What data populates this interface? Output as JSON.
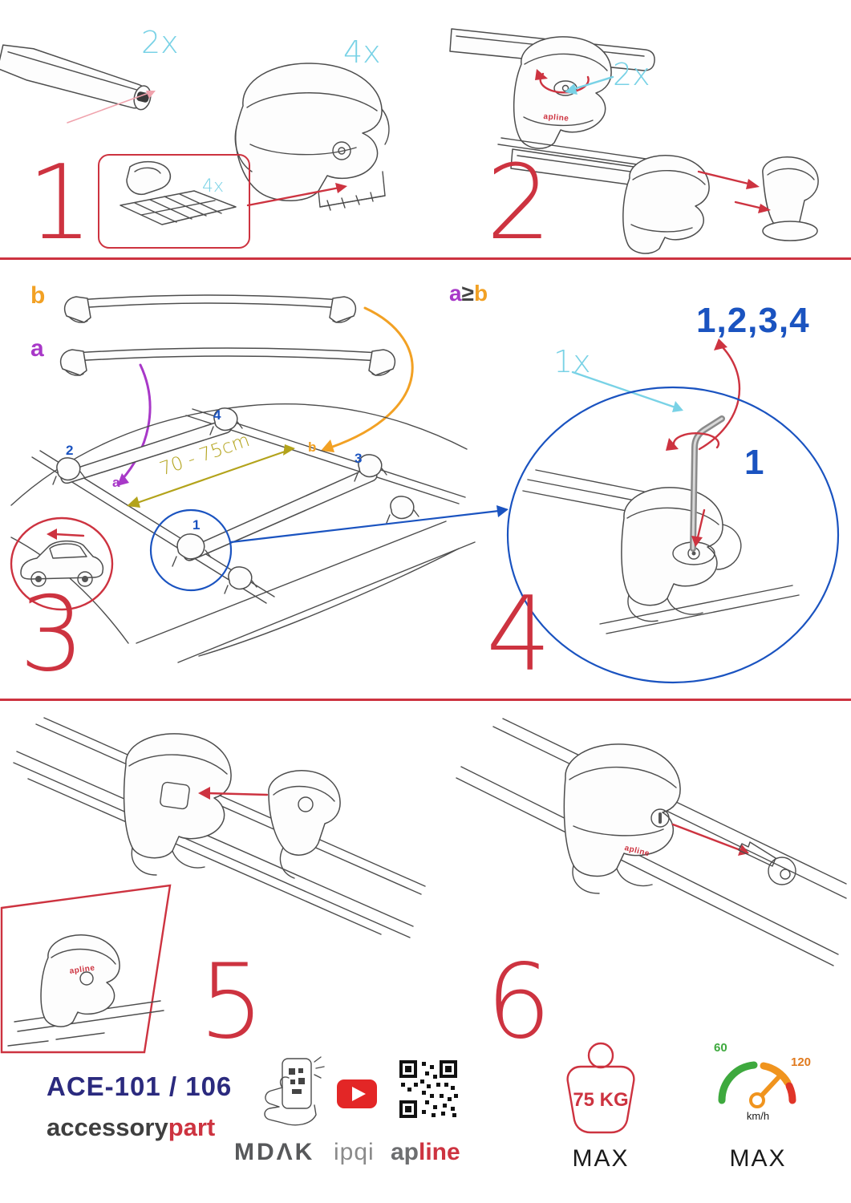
{
  "colors": {
    "red": "#cd3340",
    "cyan": "#79d2e6",
    "purple": "#a838c8",
    "orange": "#f2a124",
    "blue": "#1a53c0",
    "olive": "#b3a31b",
    "navy": "#2b2a7e",
    "gray": "#58595b",
    "line": "#4d4d4d",
    "pink": "#f0a3ad"
  },
  "steps": {
    "s1": {
      "number": "1",
      "bar_qty": "2x",
      "foot_qty": "4x",
      "pad_qty": "4x"
    },
    "s2": {
      "number": "2",
      "lock_qty": "2x",
      "foot_logo": "apline"
    },
    "s3": {
      "number": "3",
      "bar_a_label": "a",
      "bar_b_label": "b",
      "pos_1": "1",
      "pos_2": "2",
      "pos_3": "3",
      "pos_4": "4",
      "roof_a": "a",
      "roof_b": "b",
      "span": "70 - 75cm"
    },
    "s4": {
      "number": "4",
      "rel_a": "a",
      "rel_op": "≥",
      "rel_b": "b",
      "sequence": "1,2,3,4",
      "key_qty": "1x",
      "pos_1": "1"
    },
    "s5": {
      "number": "5",
      "foot_logo": "apline"
    },
    "s6": {
      "number": "6",
      "foot_logo": "apline"
    }
  },
  "footer": {
    "model": "ACE-101 / 106",
    "brand1_gray": "accessory",
    "brand1_red": "part",
    "brand2": "MDΛK",
    "brand3": "ipqi",
    "brand4_gray": "ap",
    "brand4_red": "line",
    "weight_value": "75 KG",
    "weight_max": "MAX",
    "speed_low": "60",
    "speed_high": "120",
    "speed_unit": "km/h",
    "speed_max": "MAX"
  },
  "icons": {
    "phone_scan": "phone-scan-icon",
    "youtube": "youtube-play-icon",
    "qr": "qr-code-icon",
    "weight": "weight-max-icon",
    "speedometer": "speed-max-icon"
  }
}
